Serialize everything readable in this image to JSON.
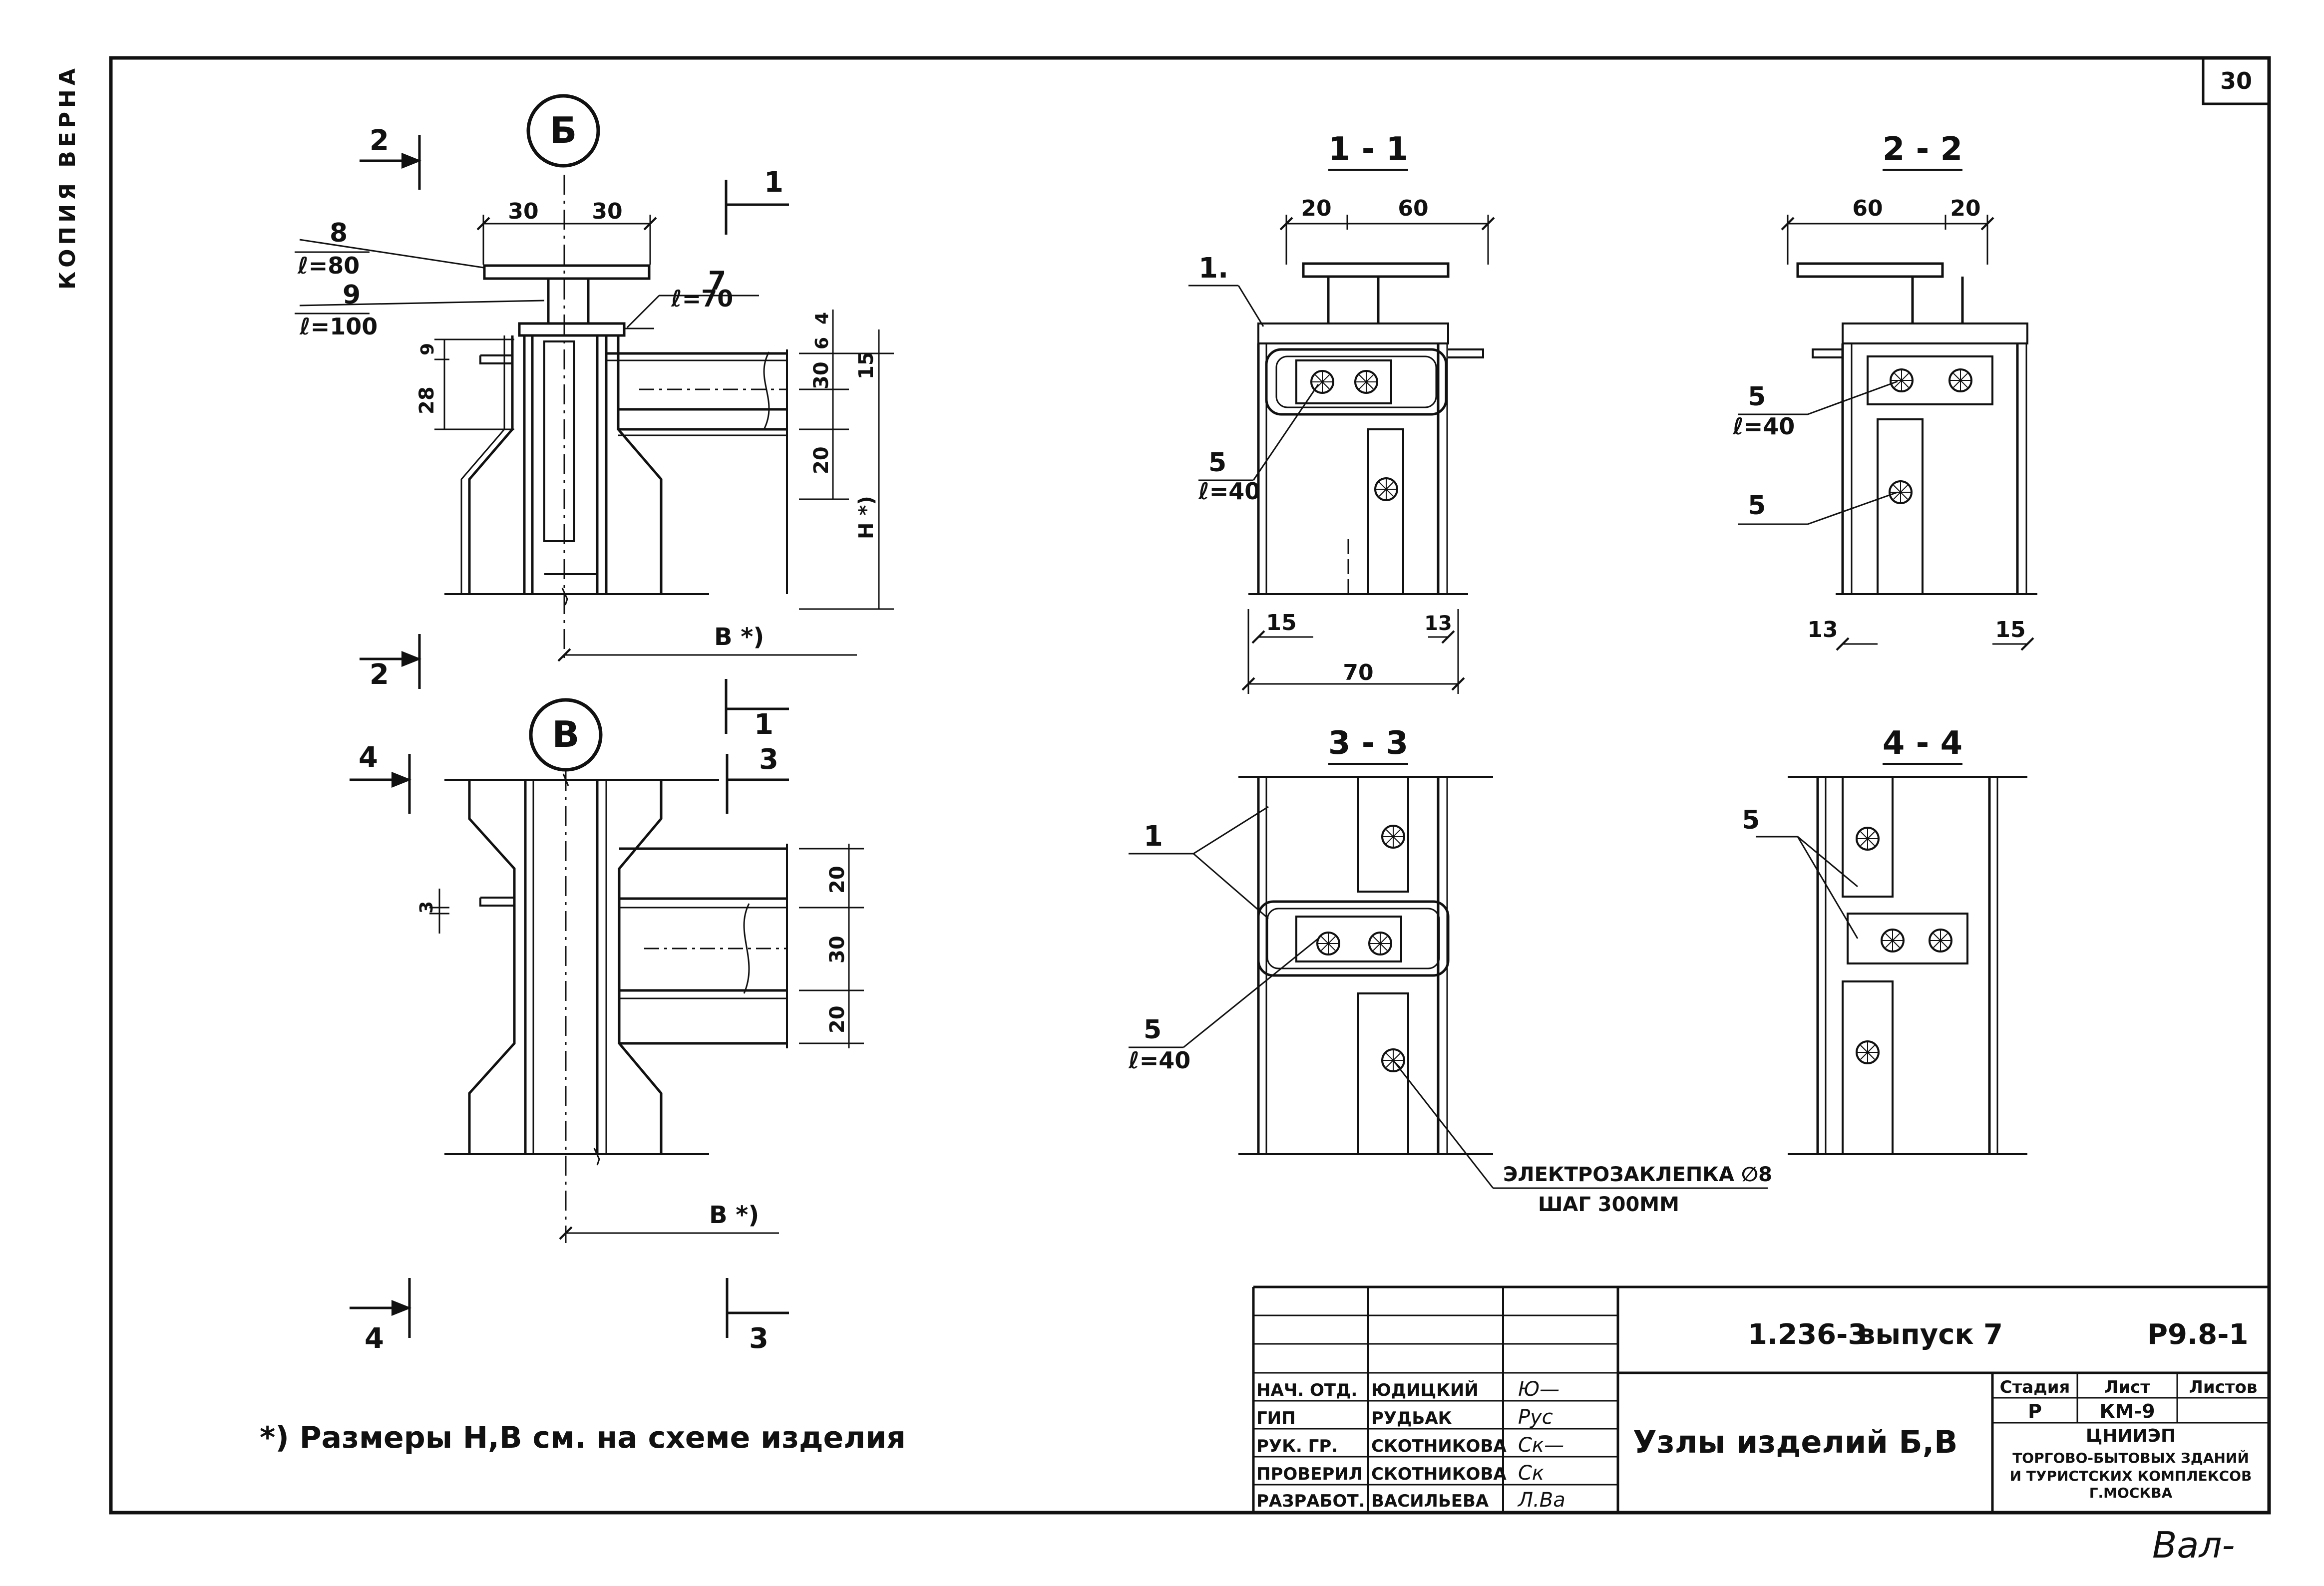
{
  "page": {
    "number": "30",
    "stamp": "КОПИЯ ВЕРНА"
  },
  "details": {
    "b": {
      "mark": "Б",
      "dims": [
        "30",
        "30",
        "28",
        "9",
        "30",
        "6",
        "4",
        "20",
        "15"
      ],
      "h_label": "Н *)",
      "b_label": "В *)"
    },
    "v": {
      "mark": "В",
      "dims": [
        "3",
        "20",
        "30",
        "20"
      ],
      "b_label": "В *)"
    }
  },
  "callouts": {
    "c8": {
      "num": "8",
      "len": "ℓ=80"
    },
    "c9": {
      "num": "9",
      "len": "ℓ=100"
    },
    "c7": {
      "num": "7",
      "len": "ℓ=70"
    },
    "c1a": "1.",
    "c1b": "1",
    "c5a": {
      "num": "5",
      "len": "ℓ=40"
    },
    "c5b": {
      "num": "5",
      "len": "ℓ=40"
    },
    "c5c": "5",
    "c5d": {
      "num": "5",
      "len": "ℓ=40"
    },
    "c5e": "5"
  },
  "section_cuts": {
    "s2": "2",
    "s1": "1",
    "s4": "4",
    "s3": "3"
  },
  "sections": {
    "s11": {
      "title": "1 - 1",
      "dims": [
        "20",
        "60",
        "15",
        "13",
        "70"
      ]
    },
    "s22": {
      "title": "2 - 2",
      "dims": [
        "60",
        "20",
        "13",
        "15"
      ]
    },
    "s33": {
      "title": "3 - 3"
    },
    "s44": {
      "title": "4 - 4"
    }
  },
  "rivet_note": {
    "line1": "ЭЛЕКТРОЗАКЛЕПКА ∅8",
    "line2": "ШАГ 300ММ"
  },
  "footnote": "*) Размеры Н,В см. на схеме изделия",
  "title_block": {
    "code": "1.236-3",
    "issue": "выпуск 7",
    "sheet_code": "Р9.8-1",
    "title": "Узлы изделий Б,В",
    "stage_hdr": "Стадия",
    "sheet_hdr": "Лист",
    "sheets_hdr": "Листов",
    "stage": "Р",
    "sheet": "КМ-9",
    "org1": "ЦНИИЭП",
    "org2": "ТОРГОВО-БЫТОВЫХ ЗДАНИЙ",
    "org3": "И ТУРИСТСКИХ КОМПЛЕКСОВ",
    "org4": "Г.МОСКВА",
    "roles": [
      {
        "role": "НАЧ. ОТД.",
        "name": "ЮДИЦКИЙ",
        "sig": "Ю—"
      },
      {
        "role": "ГИП",
        "name": "РУДЬАК",
        "sig": "Рус"
      },
      {
        "role": "РУК. ГР.",
        "name": "СКОТНИКОВА",
        "sig": "Ск—"
      },
      {
        "role": "ПРОВЕРИЛ",
        "name": "СКОТНИКОВА",
        "sig": "Ск"
      },
      {
        "role": "РАЗРАБОТ.",
        "name": "ВАСИЛЬЕВА",
        "sig": "Л.Ва"
      }
    ],
    "footer_sig": "Вал-"
  }
}
